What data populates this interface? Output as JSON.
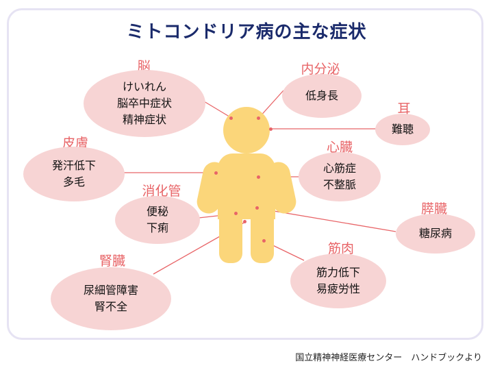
{
  "title": "ミトコンドリア病の主な症状",
  "source": "国立精神神経医療センター　ハンドブックより",
  "colors": {
    "figure": "#fbd67a",
    "bubble": "#f7d4d4",
    "label": "#e86467",
    "line": "#e86467",
    "title": "#1a2a6b",
    "frame": "#e6e3f3"
  },
  "organs": {
    "brain": {
      "label": "脳",
      "symptoms": [
        "けいれん",
        "脳卒中症状",
        "精神症状"
      ]
    },
    "endocrine": {
      "label": "内分泌",
      "symptoms": [
        "低身長"
      ]
    },
    "ear": {
      "label": "耳",
      "symptoms": [
        "難聴"
      ]
    },
    "skin": {
      "label": "皮膚",
      "symptoms": [
        "発汗低下",
        "多毛"
      ]
    },
    "heart": {
      "label": "心臓",
      "symptoms": [
        "心筋症",
        "不整脈"
      ]
    },
    "digestive": {
      "label": "消化管",
      "symptoms": [
        "便秘",
        "下痢"
      ]
    },
    "pancreas": {
      "label": "膵臓",
      "symptoms": [
        "糖尿病"
      ]
    },
    "kidney": {
      "label": "腎臓",
      "symptoms": [
        "尿細管障害",
        "腎不全"
      ]
    },
    "muscle": {
      "label": "筋肉",
      "symptoms": [
        "筋力低下",
        "易疲労性"
      ]
    }
  }
}
